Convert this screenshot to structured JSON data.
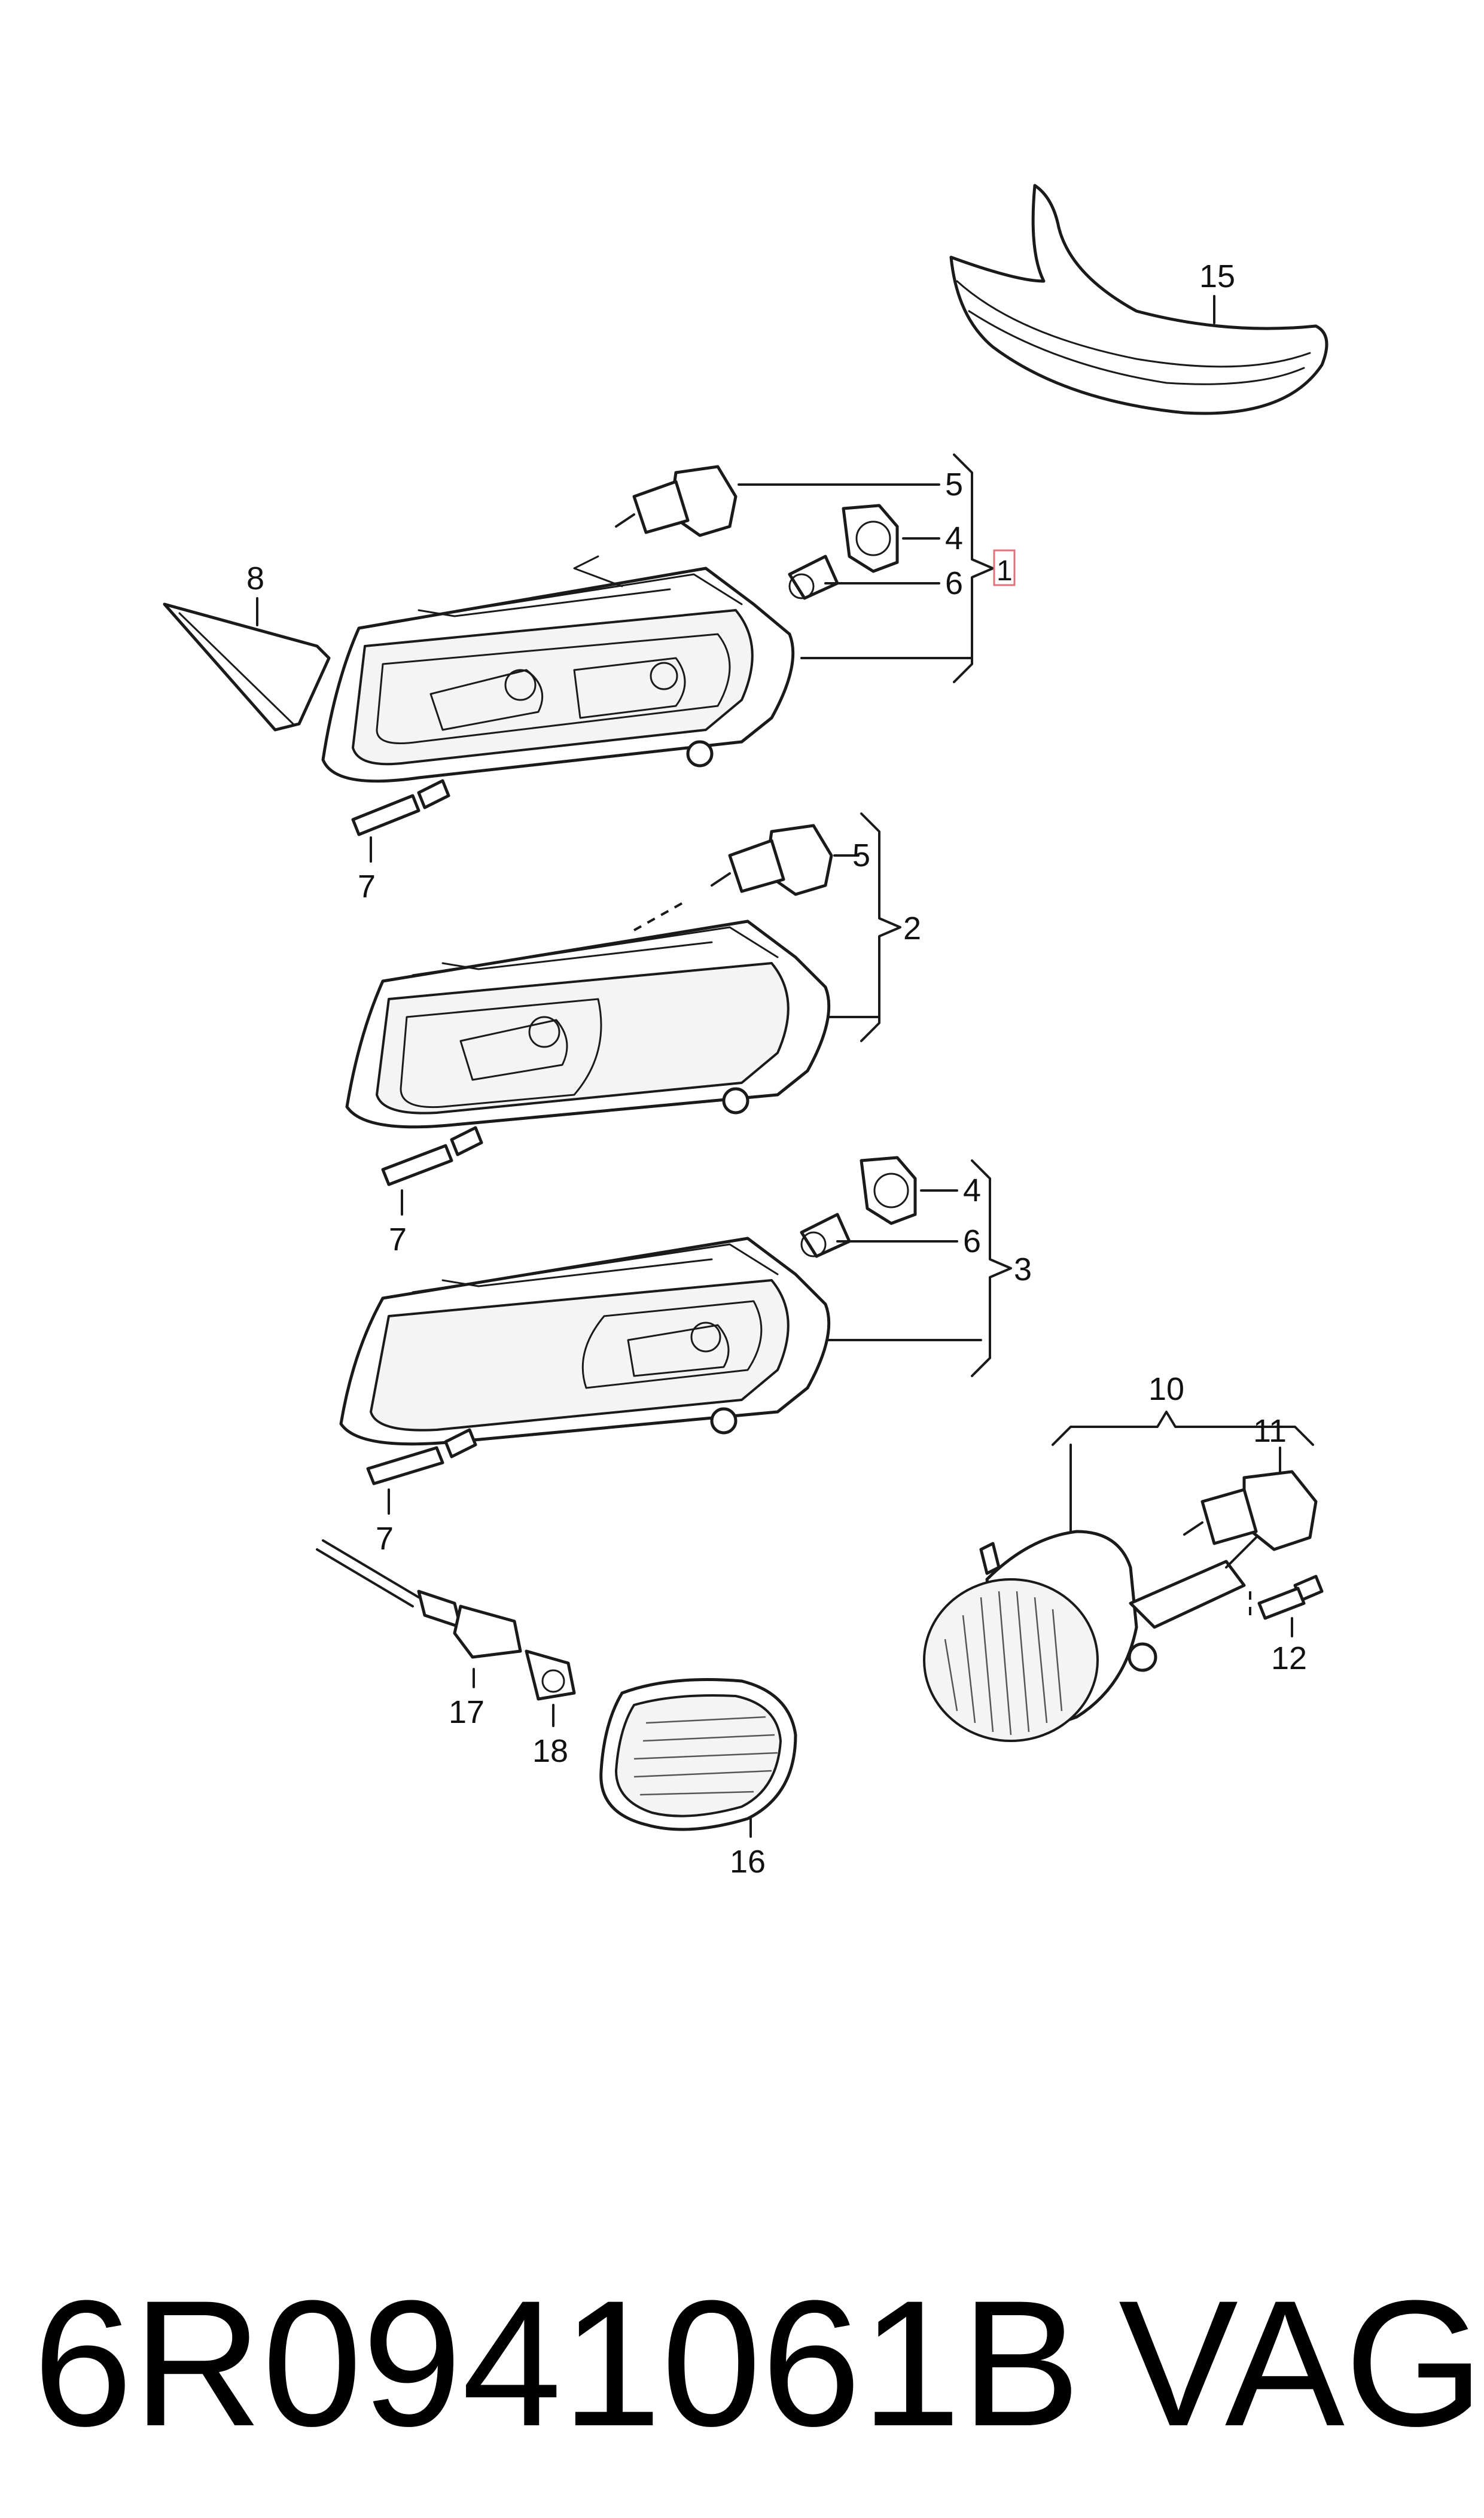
{
  "callouts": {
    "c1": "1",
    "c2": "2",
    "c3": "3",
    "c4a": "4",
    "c4b": "4",
    "c5a": "5",
    "c5b": "5",
    "c6a": "6",
    "c6b": "6",
    "c7a": "7",
    "c7b": "7",
    "c7c": "7",
    "c8": "8",
    "c10": "10",
    "c11": "11",
    "c12": "12",
    "c15": "15",
    "c16": "16",
    "c17": "17",
    "c18": "18"
  },
  "footer": {
    "part_number": "6R0941061B",
    "brand": "VAG"
  },
  "colors": {
    "line": "#1a1a1a",
    "highlight_box": "#e0707a",
    "background": "#ffffff"
  }
}
